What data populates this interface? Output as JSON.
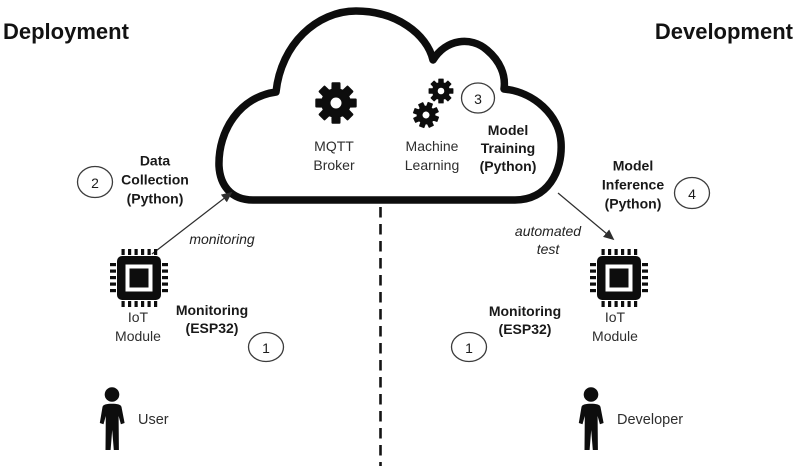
{
  "palette": {
    "ink": "#121212",
    "soft_ink": "#2e2e2e",
    "background": "#ffffff"
  },
  "headings": {
    "deployment": "Deployment",
    "development": "Development"
  },
  "cloud": {
    "mqtt_label": "MQTT\nBroker",
    "machine_learning_label": "Machine\nLearning"
  },
  "steps": {
    "monitoring_left": {
      "num": "1",
      "label": "Monitoring\n(ESP32)"
    },
    "data_collection": {
      "num": "2",
      "label": "Data\nCollection\n(Python)"
    },
    "model_training": {
      "num": "3",
      "label": "Model\nTraining\n(Python)"
    },
    "model_inference": {
      "num": "4",
      "label": "Model\nInference\n(Python)"
    },
    "monitoring_right": {
      "num": "1",
      "label": "Monitoring\n(ESP32)"
    }
  },
  "edge_labels": {
    "monitoring": "monitoring",
    "automated_test": "automated\ntest"
  },
  "devices": {
    "left_label": "IoT\nModule",
    "right_label": "IoT\nModule"
  },
  "actors": {
    "user": "User",
    "developer": "Developer"
  },
  "icons": {
    "cloud": "cloud-outline",
    "mqtt_gear": "gear",
    "machine_learning_gears": "double-gear",
    "iot_device": "microchip",
    "actor": "person-pictogram"
  }
}
